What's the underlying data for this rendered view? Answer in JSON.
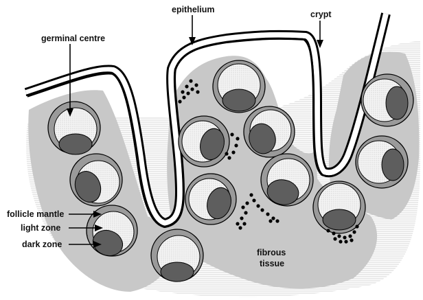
{
  "labels": {
    "epithelium": "epithelium",
    "crypt": "crypt",
    "germinal_centre": "germinal centre",
    "follicle_mantle": "follicle mantle",
    "light_zone": "light zone",
    "dark_zone": "dark zone",
    "fibrous": "fibrous",
    "tissue": "tissue"
  },
  "colors": {
    "tissue_fill": "#c8c8c8",
    "background_hatch": "#dcdcdc",
    "follicle_mantle": "#9a9a9a",
    "light_zone": "#efefef",
    "dark_zone": "#5e5e5e",
    "outline": "#000000",
    "cells": "#000000"
  }
}
